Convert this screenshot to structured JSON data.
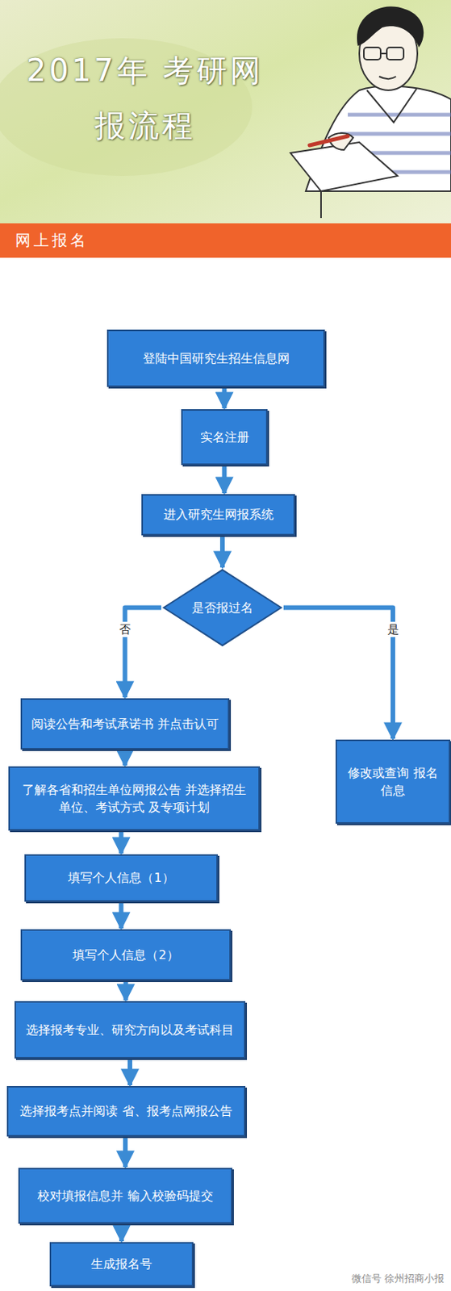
{
  "diagram": {
    "title": "2017年 考研网报流程",
    "nodes": [
      {
        "text": [
          "网上报名"
        ]
      },
      {
        "text": [
          "登陆中国研究生招生信息网"
        ]
      },
      {
        "text": [
          "实名注册"
        ]
      },
      {
        "text": [
          "进入研究生网报系统"
        ]
      },
      {
        "text": [
          "是否报过名"
        ]
      },
      {
        "text": [
          "阅读公告和考试承诺书 并点击认可"
        ]
      },
      {
        "text": [
          "修改或查询 报名信息"
        ]
      },
      {
        "text": [
          "了解各省和招生单位网报公告 并选择招生单位、考试方式 及专项计划"
        ]
      },
      {
        "text": [
          "填写个人信息（1）"
        ]
      },
      {
        "text": [
          "填写个人信息（2）"
        ]
      },
      {
        "text": [
          "选择报考专业、研究方向以及考试科目"
        ]
      },
      {
        "text": [
          "选择报考点并阅读 省、报考点网报公告"
        ]
      },
      {
        "text": [
          "校对填报信息并 输入校验码提交"
        ]
      },
      {
        "text": [
          "生成报名号"
        ]
      }
    ],
    "edges": [
      {
        "from": 1,
        "to": 2,
        "arrow": "to"
      },
      {
        "from": 2,
        "to": 3,
        "arrow": "to"
      },
      {
        "from": 3,
        "to": 4,
        "arrow": "to"
      },
      {
        "from": 4,
        "to": 5,
        "label": "否",
        "arrow": "to"
      },
      {
        "from": 4,
        "to": 6,
        "label": "是",
        "arrow": "to"
      },
      {
        "from": 5,
        "to": 7,
        "arrow": "to"
      },
      {
        "from": 7,
        "to": 8,
        "arrow": "to"
      },
      {
        "from": 8,
        "to": 9,
        "arrow": "to"
      },
      {
        "from": 9,
        "to": 10,
        "arrow": "to"
      },
      {
        "from": 10,
        "to": 11,
        "arrow": "to"
      },
      {
        "from": 11,
        "to": 12,
        "arrow": "to"
      },
      {
        "from": 12,
        "to": 13,
        "arrow": "to"
      }
    ],
    "labels": [
      "微信号 徐州招商小报"
    ]
  }
}
